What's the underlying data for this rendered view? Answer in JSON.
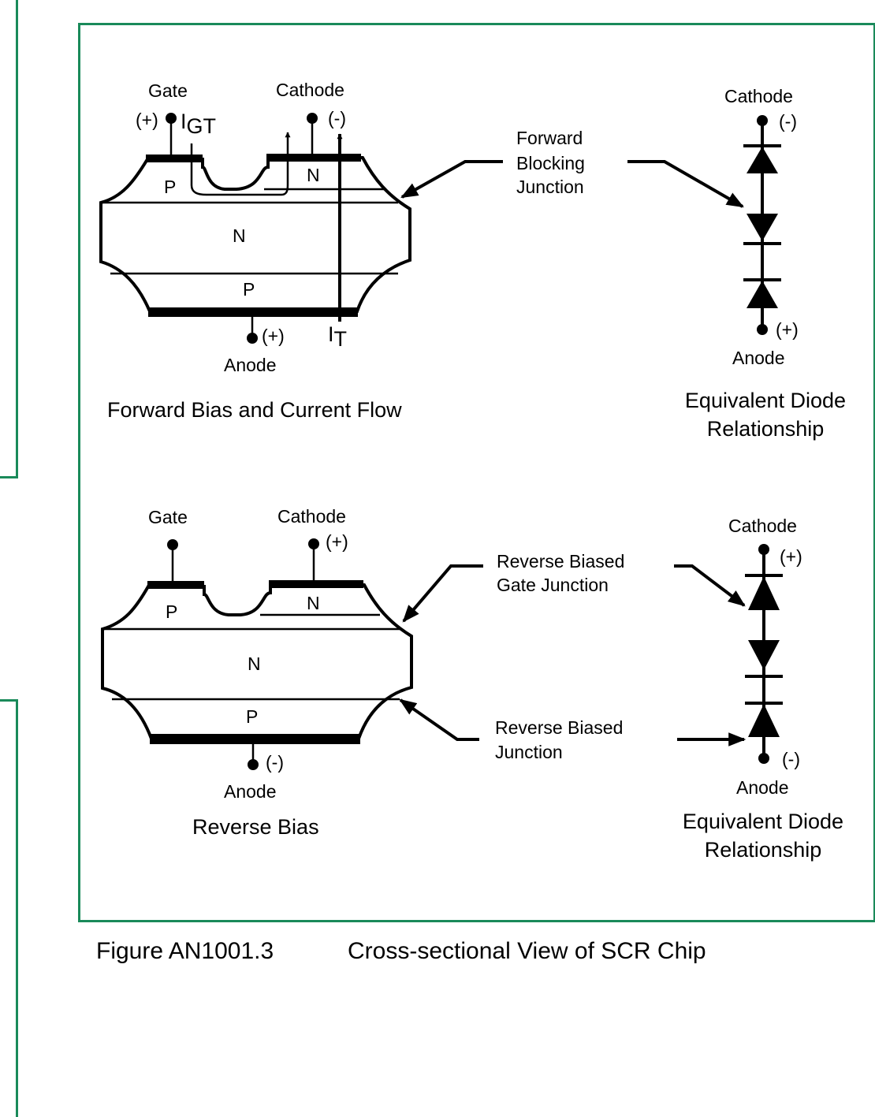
{
  "figure": {
    "number": "Figure AN1001.3",
    "title": "Cross-sectional View of SCR Chip"
  },
  "forward": {
    "gate": "Gate",
    "gate_polarity": "(+)",
    "igt_main": "I",
    "igt_sub": "GT",
    "cathode": "Cathode",
    "cathode_polarity": "(-)",
    "layer_p_top": "P",
    "layer_n_top": "N",
    "layer_n_mid": "N",
    "layer_p_bottom": "P",
    "anode_polarity": "(+)",
    "it_main": "I",
    "it_sub": "T",
    "anode": "Anode",
    "caption": "Forward Bias and Current Flow",
    "junction_label": [
      "Forward",
      "Blocking",
      "Junction"
    ],
    "diode_cathode": "Cathode",
    "diode_cathode_polarity": "(-)",
    "diode_anode_polarity": "(+)",
    "diode_anode": "Anode",
    "diode_caption": [
      "Equivalent Diode",
      "Relationship"
    ]
  },
  "reverse": {
    "gate": "Gate",
    "cathode": "Cathode",
    "cathode_polarity": "(+)",
    "layer_p_top": "P",
    "layer_n_top": "N",
    "layer_n_mid": "N",
    "layer_p_bottom": "P",
    "anode_polarity": "(-)",
    "anode": "Anode",
    "caption": "Reverse Bias",
    "gate_junction_label": [
      "Reverse Biased",
      "Gate Junction"
    ],
    "junction_label": [
      "Reverse Biased",
      "Junction"
    ],
    "diode_cathode": "Cathode",
    "diode_cathode_polarity": "(+)",
    "diode_anode_polarity": "(-)",
    "diode_anode": "Anode",
    "diode_caption": [
      "Equivalent Diode",
      "Relationship"
    ]
  },
  "colors": {
    "frame": "#1a8a5a",
    "ink": "#000000"
  }
}
